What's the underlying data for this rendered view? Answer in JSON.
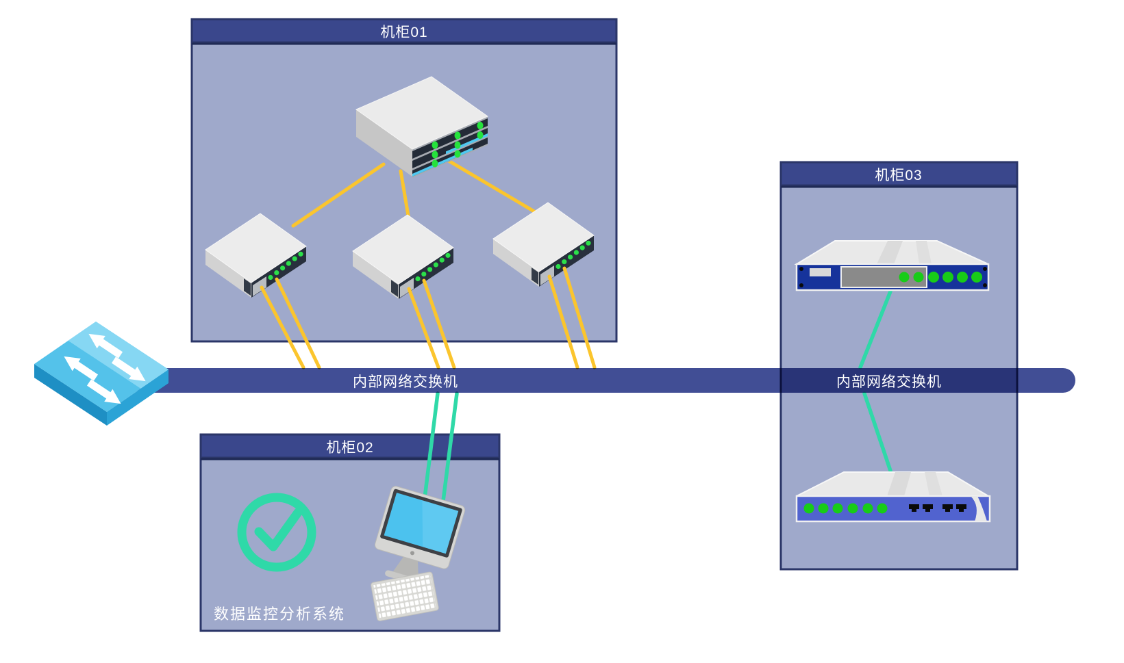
{
  "cabinets": {
    "c1": {
      "title": "机柜01"
    },
    "c2": {
      "title": "机柜02",
      "system_label": "数据监控分析系统"
    },
    "c3": {
      "title": "机柜03"
    }
  },
  "bus": {
    "label_left": "内部网络交换机",
    "label_right": "内部网络交换机"
  },
  "icons": {
    "switch_icon": "isometric-network-switch-with-four-arrows",
    "check_circle_icon": "success-checkmark-circle",
    "server_icon": "isometric-server-chassis",
    "rack_switch_top_icon": "1u-rack-switch-navy",
    "rack_switch_bottom_icon": "1u-rack-switch-blue",
    "monitor_icon": "desktop-computer",
    "keyboard_icon": "keyboard",
    "ethernet_port_icon": "rj45-port"
  },
  "colors": {
    "bus_bar": "#414E95",
    "cabinet_body": "#9FA9CB",
    "cabinet_title": "#3A478C",
    "cabinet_border": "#2B3668",
    "link_yellow": "#FBC52D",
    "link_teal": "#2FD9A8",
    "led_green": "#22DC3C",
    "device_navy": "#16339B",
    "device_blue": "#5163CF",
    "switch_cyan": "#56C3E9",
    "screen_cyan": "#4CC2EE"
  }
}
